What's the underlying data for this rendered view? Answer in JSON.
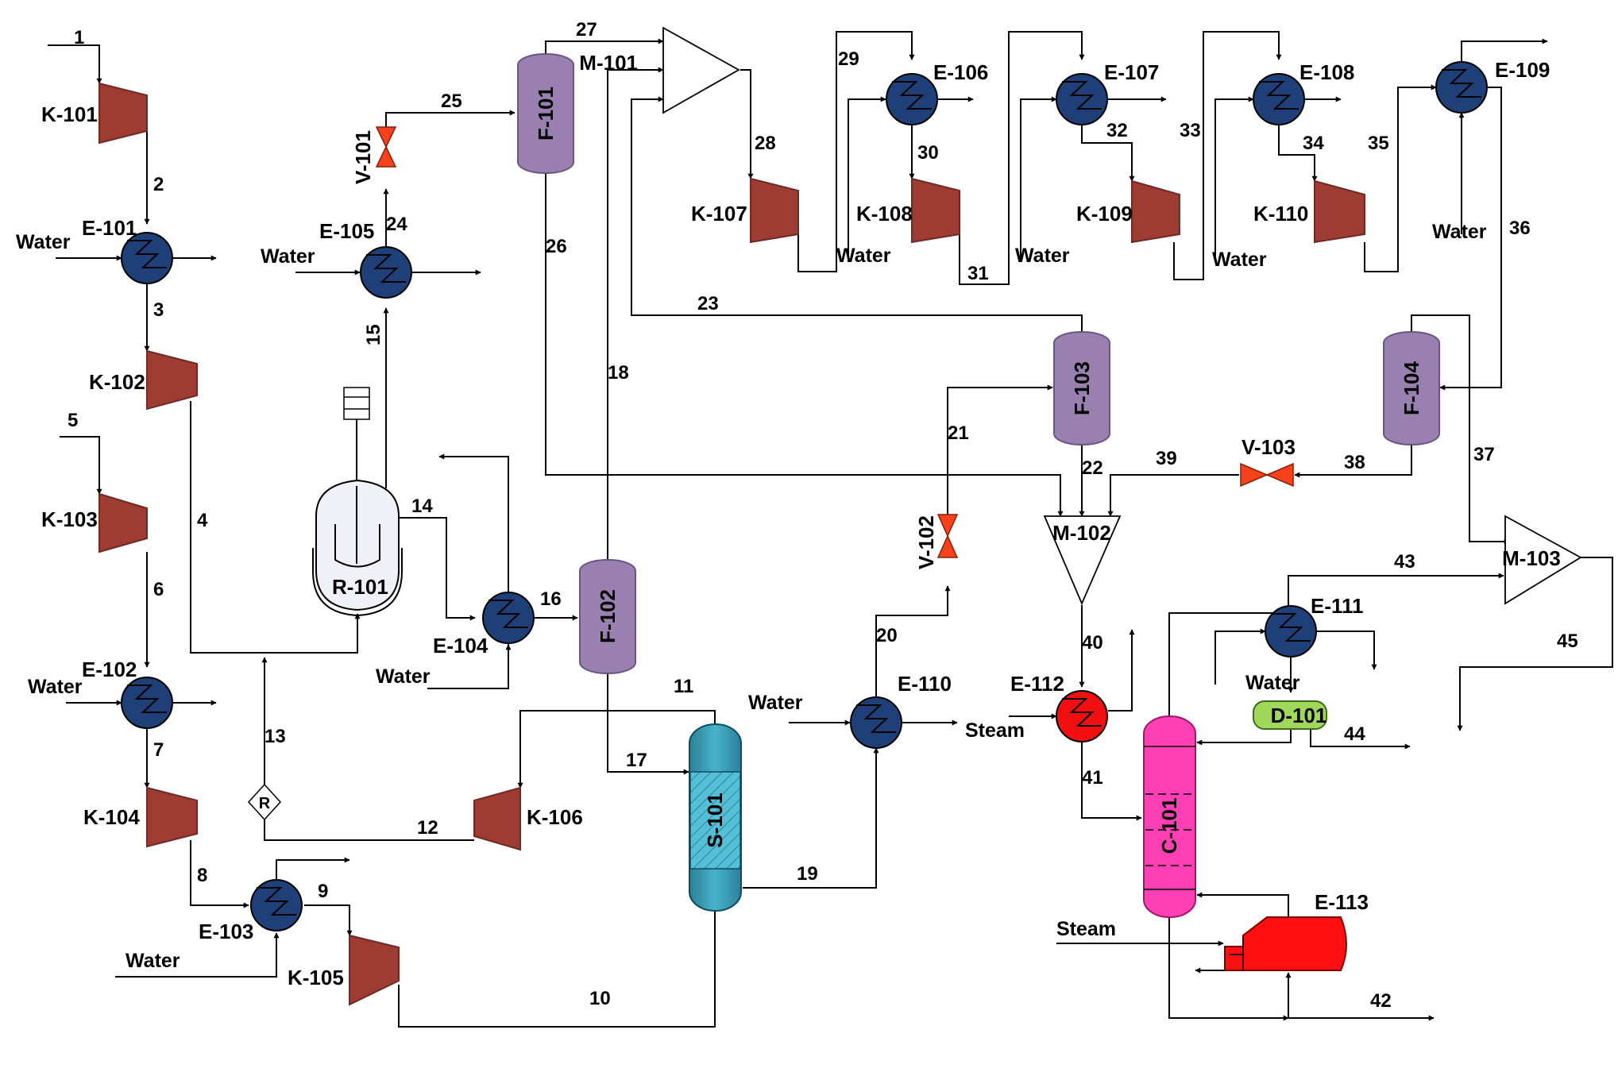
{
  "units": {
    "k101": "K-101",
    "k102": "K-102",
    "k103": "K-103",
    "k104": "K-104",
    "k105": "K-105",
    "k106": "K-106",
    "k107": "K-107",
    "k108": "K-108",
    "k109": "K-109",
    "k110": "K-110",
    "e101": "E-101",
    "e102": "E-102",
    "e103": "E-103",
    "e104": "E-104",
    "e105": "E-105",
    "e106": "E-106",
    "e107": "E-107",
    "e108": "E-108",
    "e109": "E-109",
    "e110": "E-110",
    "e111": "E-111",
    "e112": "E-112",
    "e113": "E-113",
    "f101": "F-101",
    "f102": "F-102",
    "f103": "F-103",
    "f104": "F-104",
    "m101": "M-101",
    "m102": "M-102",
    "m103": "M-103",
    "v101": "V-101",
    "v102": "V-102",
    "v103": "V-103",
    "r101": "R-101",
    "s101": "S-101",
    "c101": "C-101",
    "d101": "D-101",
    "recycle": "R"
  },
  "utilities": {
    "water": "Water",
    "steam": "Steam"
  },
  "streams": {
    "s1": "1",
    "s2": "2",
    "s3": "3",
    "s4": "4",
    "s5": "5",
    "s6": "6",
    "s7": "7",
    "s8": "8",
    "s9": "9",
    "s10": "10",
    "s11": "11",
    "s12": "12",
    "s13": "13",
    "s14": "14",
    "s15": "15",
    "s16": "16",
    "s17": "17",
    "s18": "18",
    "s19": "19",
    "s20": "20",
    "s21": "21",
    "s22": "22",
    "s23": "23",
    "s24": "24",
    "s25": "25",
    "s26": "26",
    "s27": "27",
    "s28": "28",
    "s29": "29",
    "s30": "30",
    "s31": "31",
    "s32": "32",
    "s33": "33",
    "s34": "34",
    "s35": "35",
    "s36": "36",
    "s37": "37",
    "s38": "38",
    "s39": "39",
    "s40": "40",
    "s41": "41",
    "s42": "42",
    "s43": "43",
    "s44": "44",
    "s45": "45"
  },
  "colors": {
    "compressor": "#9e3b33",
    "cooler": "#1f3f78",
    "heater": "#f20f0f",
    "flash_drum": "#9a80b0",
    "valve": "#f5421b",
    "separator": "#2f8fa8",
    "column": "#ff3fb4",
    "drum": "#9fd85b",
    "reboiler": "#ff1010",
    "reactor": "#eef2f8"
  }
}
